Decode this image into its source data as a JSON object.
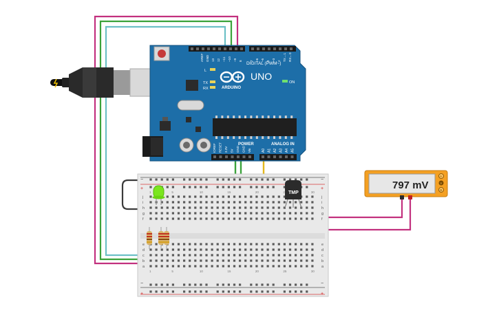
{
  "board": {
    "brand_text": "ARDUINO",
    "model_text": "UNO",
    "digital_label": "DIGITAL (PWM~)",
    "analog_label": "ANALOG IN",
    "power_label": "POWER",
    "on_label": "ON",
    "l_label": "L",
    "tx_label": "TX",
    "rx_label": "RX",
    "top_pins": [
      "AREF",
      "GND",
      "13",
      "12",
      "~11",
      "~10",
      "~9",
      "8",
      "7",
      "~6",
      "~5",
      "4",
      "~3",
      "2",
      "TX→1",
      "RX←0"
    ],
    "power_pins": [
      "IOREF",
      "RESET",
      "3.3V",
      "5V",
      "GND",
      "GND",
      "Vin"
    ],
    "analog_pins": [
      "A0",
      "A1",
      "A2",
      "A3",
      "A4",
      "A5"
    ]
  },
  "sensor": {
    "label": "TMP"
  },
  "multimeter": {
    "reading": "797 mV",
    "mode_labels": [
      "A",
      "V",
      "Ω"
    ]
  },
  "breadboard": {
    "row_letters_top": [
      "j",
      "i",
      "h",
      "g",
      "f"
    ],
    "row_letters_bottom": [
      "e",
      "d",
      "c",
      "b",
      "a"
    ],
    "column_numbers": [
      "1",
      "",
      "",
      "",
      "5",
      "",
      "",
      "",
      "",
      "10",
      "",
      "",
      "",
      "",
      "15",
      "",
      "",
      "",
      "",
      "20",
      "",
      "",
      "",
      "",
      "25",
      "",
      "",
      "",
      "",
      "30"
    ],
    "rail_plus": "+",
    "rail_minus": "−"
  },
  "colors": {
    "board": "#1d6ea8",
    "breadboard": "#e9e9e9",
    "wire_magenta": "#c2307e",
    "wire_green": "#3aa23a",
    "wire_teal": "#6cc0c6",
    "wire_yellow": "#e3b81d",
    "wire_red": "#d42020",
    "wire_black": "#3a3a3a",
    "led": "#7be61f",
    "meter_body": "#f4a023"
  }
}
